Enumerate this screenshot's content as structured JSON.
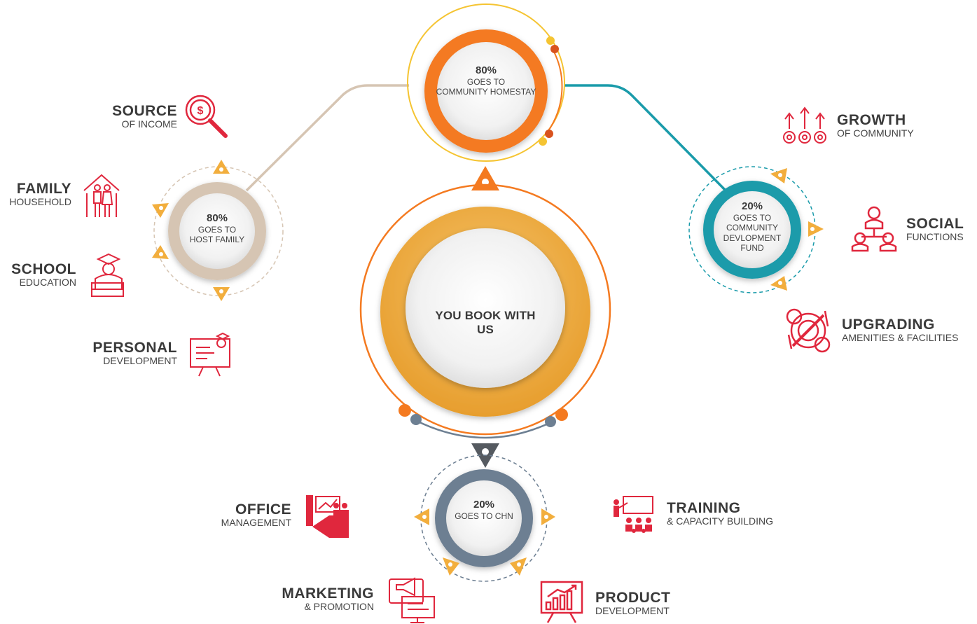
{
  "colors": {
    "orange": "#F47A20",
    "gold": "#EDA73D",
    "beige": "#D6C5B3",
    "teal": "#1A9BAA",
    "slate": "#6D7F92",
    "red": "#E0273D",
    "yellow": "#F5C432",
    "arrow": "#F2AE3D",
    "text": "#3A3A3A"
  },
  "center": {
    "title": "YOU BOOK WITH US"
  },
  "community_homestay": {
    "percent": "80%",
    "line1": "GOES TO",
    "line2": "COMMUNITY HOMESTAY"
  },
  "host_family": {
    "percent": "80%",
    "line1": "GOES TO",
    "line2": "HOST FAMILY"
  },
  "community_fund": {
    "percent": "20%",
    "line1": "GOES TO",
    "line2": "COMMUNITY",
    "line3": "DEVLOPMENT",
    "line4": "FUND"
  },
  "chn": {
    "percent": "20%",
    "line1": "GOES TO CHN"
  },
  "labels": {
    "source": {
      "title": "SOURCE",
      "sub": "OF INCOME",
      "icon": "money-search-icon"
    },
    "family": {
      "title": "FAMILY",
      "sub": "HOUSEHOLD",
      "icon": "family-house-icon"
    },
    "school": {
      "title": "SCHOOL",
      "sub": "EDUCATION",
      "icon": "graduate-books-icon"
    },
    "personal": {
      "title": "PERSONAL",
      "sub": "DEVELOPMENT",
      "icon": "teacher-board-icon"
    },
    "growth": {
      "title": "GROWTH",
      "sub": "OF COMMUNITY",
      "icon": "gears-arrows-icon"
    },
    "social": {
      "title": "SOCIAL",
      "sub": "FUNCTIONS",
      "icon": "people-network-icon"
    },
    "upgrading": {
      "title": "UPGRADING",
      "sub": "AMENITIES & FACILITIES",
      "icon": "gear-tools-icon"
    },
    "office": {
      "title": "OFFICE",
      "sub": "MANAGEMENT",
      "icon": "office-meeting-icon"
    },
    "training": {
      "title": "TRAINING",
      "sub": "& CAPACITY BUILDING",
      "icon": "training-class-icon"
    },
    "marketing": {
      "title": "MARKETING",
      "sub": "& PROMOTION",
      "icon": "megaphone-screen-icon"
    },
    "product": {
      "title": "PRODUCT",
      "sub": "DEVELOPMENT",
      "icon": "growth-chart-icon"
    }
  }
}
